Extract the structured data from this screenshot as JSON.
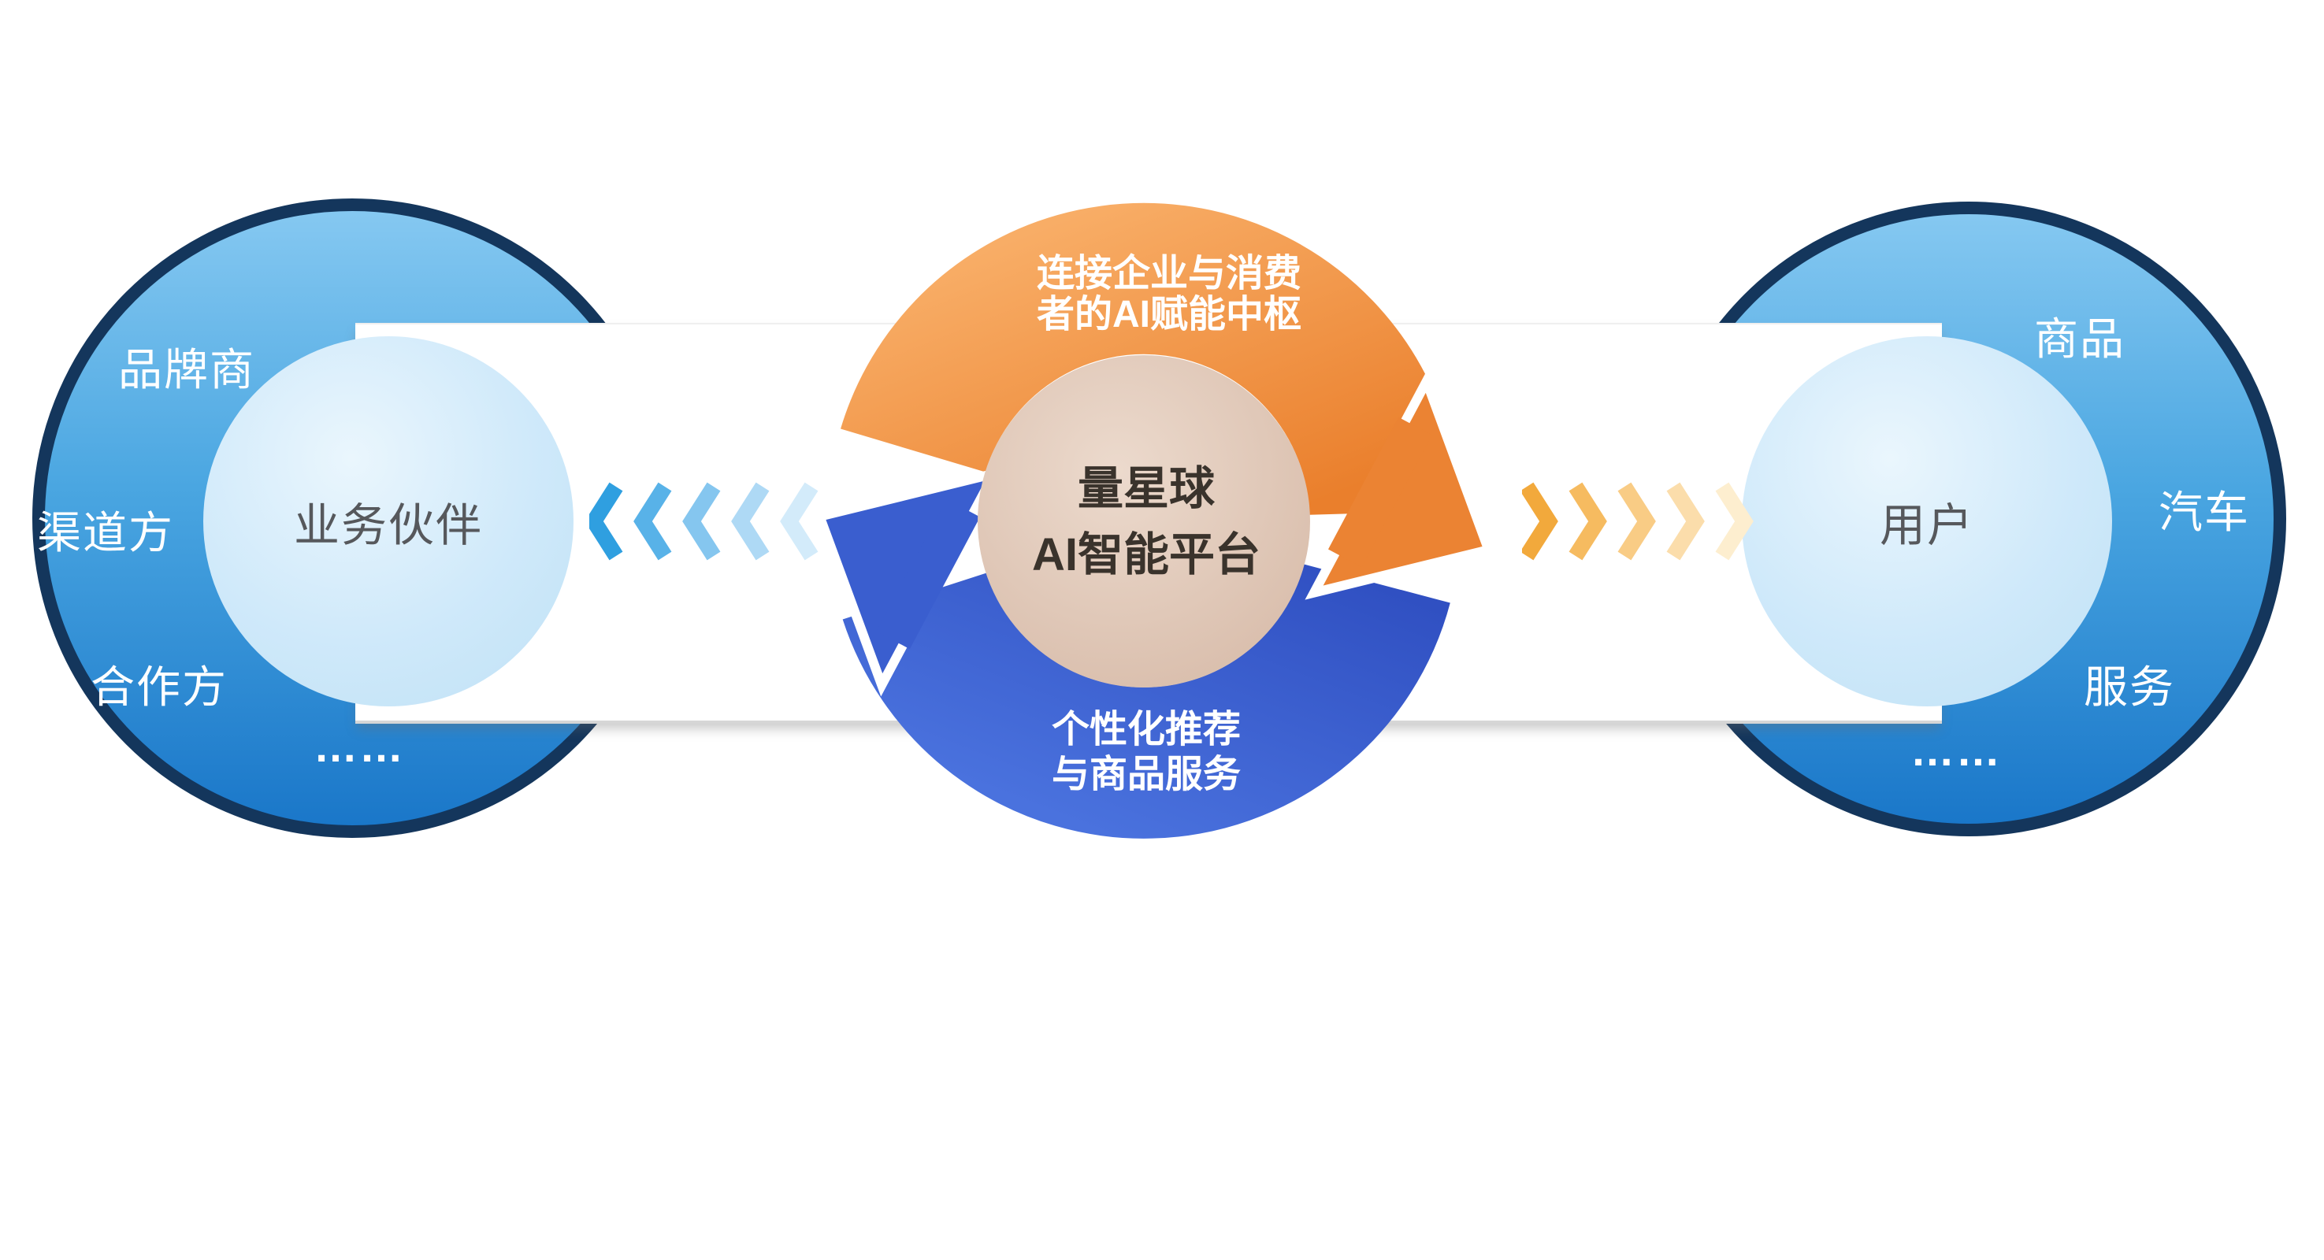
{
  "left_circle": {
    "outer_labels": {
      "top": "品牌商",
      "middle": "渠道方",
      "bottom": "合作方",
      "ellipsis": "……"
    },
    "inner_label": "业务伙伴"
  },
  "right_circle": {
    "outer_labels": {
      "top": "商品",
      "middle": "汽车",
      "bottom": "服务",
      "ellipsis": "……"
    },
    "inner_label": "用户"
  },
  "center_hub": {
    "top_banner_line1": "连接企业与消费",
    "top_banner_line2": "者的AI赋能中枢",
    "core_line1": "量星球",
    "core_line2": "AI智能平台",
    "bottom_banner_line1": "个性化推荐",
    "bottom_banner_line2": "与商品服务"
  },
  "colors": {
    "circle_ring": "#14365c",
    "circle_fill_top": "#85c8f1",
    "circle_fill_bottom": "#1a77c9",
    "inner_circle_fill": "#cfe9fa",
    "orange_arc": "#ee8a3c",
    "blue_arc": "#3a5ecf",
    "core_circle_fill": "#ddc3b2",
    "left_chevron_strong": "#2f9fe0",
    "right_chevron_strong": "#f2a93c"
  }
}
